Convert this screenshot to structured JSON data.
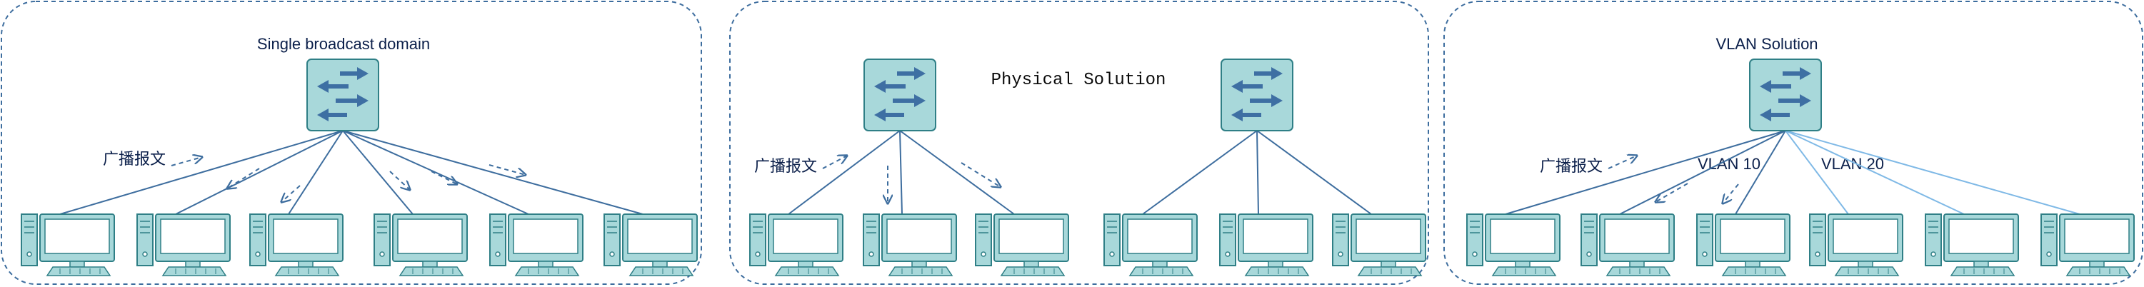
{
  "panels": [
    {
      "title": "Single broadcast domain",
      "broadcast_label": "广播报文"
    },
    {
      "title": "Physical Solution",
      "broadcast_label": "广播报文"
    },
    {
      "title": "VLAN Solution",
      "broadcast_label": "广播报文",
      "vlan_labels": [
        "VLAN 10",
        "VLAN 20"
      ]
    }
  ],
  "colors": {
    "switch_fill": "#a8d8da",
    "switch_stroke": "#2f7f86",
    "arrow": "#3e6fa3",
    "line": "#3d6d9e",
    "vlan20_line": "#7fb9e6",
    "panel_border": "#3d6d9e"
  },
  "icons": {
    "switch": "network-switch-icon",
    "pc": "desktop-computer-icon"
  }
}
